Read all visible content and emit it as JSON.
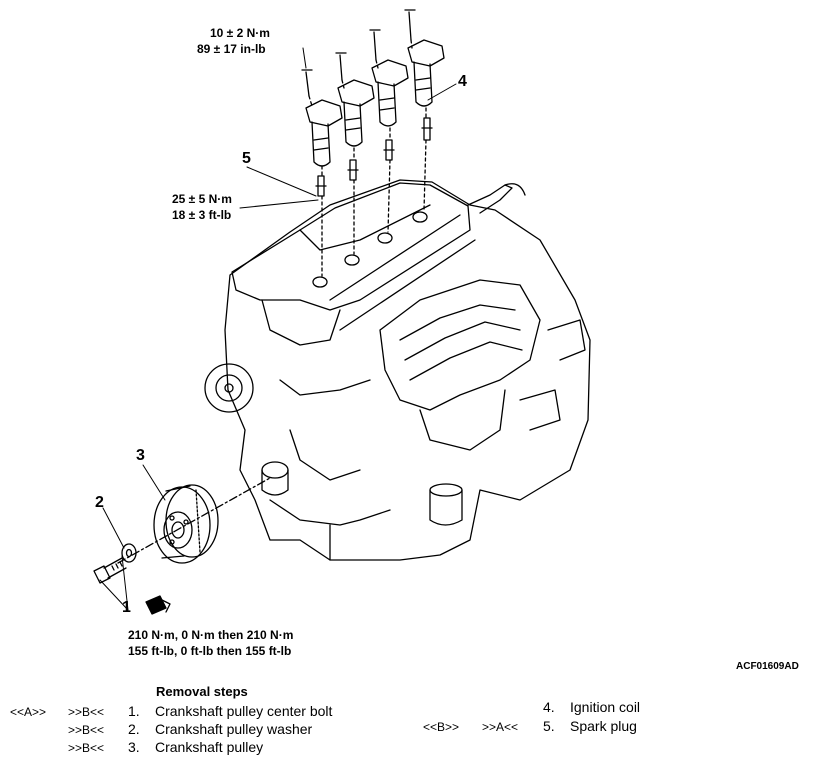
{
  "torque": {
    "coil_bolt": [
      "10 ± 2 N·m",
      "89 ± 17 in-lb"
    ],
    "spark_plug": [
      "25 ± 5 N·m",
      "18 ± 3 ft-lb"
    ],
    "center_bolt": [
      "210 N·m, 0 N·m then 210 N·m",
      "155 ft-lb, 0 ft-lb then 155 ft-lb"
    ]
  },
  "callouts": [
    "1",
    "2",
    "3",
    "4",
    "5"
  ],
  "figure_code": "ACF01609AD",
  "removal": {
    "heading": "Removal steps",
    "steps": [
      {
        "mark_a": "<<A>>",
        "mark_b": ">>B<<",
        "num": "1.",
        "label": "Crankshaft pulley center bolt"
      },
      {
        "mark_a": "",
        "mark_b": ">>B<<",
        "num": "2.",
        "label": "Crankshaft pulley washer"
      },
      {
        "mark_a": "",
        "mark_b": ">>B<<",
        "num": "3.",
        "label": "Crankshaft pulley"
      },
      {
        "mark_a": "",
        "mark_b": "",
        "num": "4.",
        "label": "Ignition coil"
      },
      {
        "mark_a": "<<B>>",
        "mark_b": ">>A<<",
        "num": "5.",
        "label": "Spark plug"
      }
    ]
  }
}
